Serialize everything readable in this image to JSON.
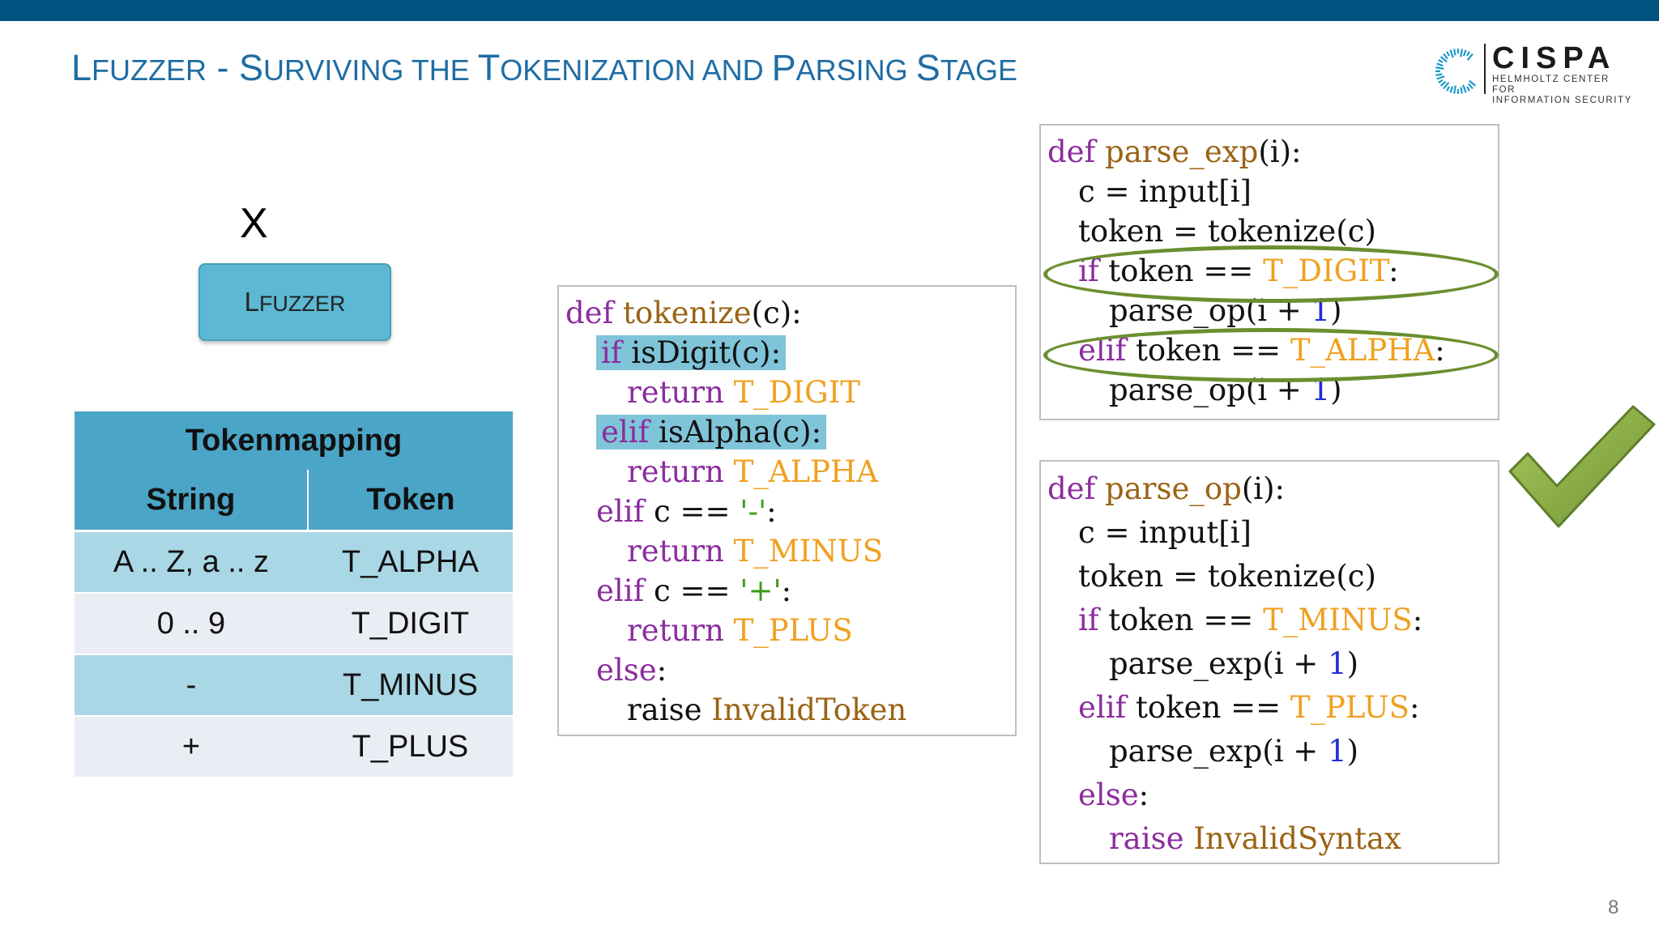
{
  "title": {
    "parts": [
      {
        "text": "L",
        "small": false
      },
      {
        "text": "FUZZER",
        "small": true
      },
      {
        "text": " - S",
        "small": false
      },
      {
        "text": "URVIVING THE ",
        "small": true
      },
      {
        "text": "T",
        "small": false
      },
      {
        "text": "OKENIZATION AND ",
        "small": true
      },
      {
        "text": "P",
        "small": false
      },
      {
        "text": "ARSING ",
        "small": true
      },
      {
        "text": "S",
        "small": false
      },
      {
        "text": "TAGE",
        "small": true
      }
    ]
  },
  "logo": {
    "name": "CISPA",
    "subtitle_line1": "HELMHOLTZ CENTER FOR",
    "subtitle_line2": "INFORMATION SECURITY",
    "color": "#1a9bc9"
  },
  "variable_label": "X",
  "fuzzer_button": {
    "prefix": "L",
    "rest": "FUZZER"
  },
  "token_table": {
    "title": "Tokenmapping",
    "columns": [
      "String",
      "Token"
    ],
    "rows": [
      {
        "string": "A .. Z, a .. z",
        "token": "T_ALPHA"
      },
      {
        "string": "0 .. 9",
        "token": "T_DIGIT"
      },
      {
        "string": "-",
        "token": "T_MINUS"
      },
      {
        "string": "+",
        "token": "T_PLUS"
      }
    ]
  },
  "code_tokenize": [
    {
      "indent": 0,
      "parts": [
        [
          "kw",
          "def "
        ],
        [
          "fn",
          "tokenize"
        ],
        [
          "pl",
          "(c):"
        ]
      ]
    },
    {
      "indent": 1,
      "hl": true,
      "parts": [
        [
          "kw",
          "if "
        ],
        [
          "pl",
          "isDigit(c):"
        ]
      ]
    },
    {
      "indent": 2,
      "parts": [
        [
          "kw",
          "return "
        ],
        [
          "tk",
          "T_DIGIT"
        ]
      ]
    },
    {
      "indent": 1,
      "hl": true,
      "parts": [
        [
          "kw",
          "elif "
        ],
        [
          "pl",
          "isAlpha(c):"
        ]
      ]
    },
    {
      "indent": 2,
      "parts": [
        [
          "kw",
          "return "
        ],
        [
          "tk",
          "T_ALPHA"
        ]
      ]
    },
    {
      "indent": 1,
      "parts": [
        [
          "kw",
          "elif "
        ],
        [
          "pl",
          "c == "
        ],
        [
          "str",
          "'-'"
        ],
        [
          "pl",
          ":"
        ]
      ]
    },
    {
      "indent": 2,
      "parts": [
        [
          "kw",
          "return "
        ],
        [
          "tk",
          "T_MINUS"
        ]
      ]
    },
    {
      "indent": 1,
      "parts": [
        [
          "kw",
          "elif "
        ],
        [
          "pl",
          "c == "
        ],
        [
          "str",
          "'+'"
        ],
        [
          "pl",
          ":"
        ]
      ]
    },
    {
      "indent": 2,
      "parts": [
        [
          "kw",
          "return "
        ],
        [
          "tk",
          "T_PLUS"
        ]
      ]
    },
    {
      "indent": 1,
      "parts": [
        [
          "kw",
          "else"
        ],
        [
          "pl",
          ":"
        ]
      ]
    },
    {
      "indent": 2,
      "parts": [
        [
          "pl",
          "raise "
        ],
        [
          "fn",
          "InvalidToken"
        ]
      ]
    }
  ],
  "code_parse_exp": [
    {
      "indent": 0,
      "parts": [
        [
          "kw",
          "def "
        ],
        [
          "fn",
          "parse_exp"
        ],
        [
          "pl",
          "(i):"
        ]
      ]
    },
    {
      "indent": 1,
      "parts": [
        [
          "pl",
          "c = input[i]"
        ]
      ]
    },
    {
      "indent": 1,
      "parts": [
        [
          "pl",
          "token = tokenize(c)"
        ]
      ]
    },
    {
      "indent": 1,
      "parts": [
        [
          "kw",
          "if "
        ],
        [
          "pl",
          "token == "
        ],
        [
          "tk",
          "T_DIGIT"
        ],
        [
          "pl",
          ":"
        ]
      ]
    },
    {
      "indent": 2,
      "parts": [
        [
          "pl",
          "parse_op(i + "
        ],
        [
          "num",
          "1"
        ],
        [
          "pl",
          ")"
        ]
      ]
    },
    {
      "indent": 1,
      "parts": [
        [
          "kw",
          "elif "
        ],
        [
          "pl",
          "token == "
        ],
        [
          "tk",
          "T_ALPHA"
        ],
        [
          "pl",
          ":"
        ]
      ]
    },
    {
      "indent": 2,
      "parts": [
        [
          "pl",
          "parse_op(i + "
        ],
        [
          "num",
          "1"
        ],
        [
          "pl",
          ")"
        ]
      ]
    }
  ],
  "code_parse_op": [
    {
      "indent": 0,
      "parts": [
        [
          "kw",
          "def "
        ],
        [
          "fn",
          "parse_op"
        ],
        [
          "pl",
          "(i):"
        ]
      ]
    },
    {
      "indent": 1,
      "parts": [
        [
          "pl",
          "c = input[i]"
        ]
      ]
    },
    {
      "indent": 1,
      "parts": [
        [
          "pl",
          "token = tokenize(c)"
        ]
      ]
    },
    {
      "indent": 1,
      "parts": [
        [
          "kw",
          "if "
        ],
        [
          "pl",
          "token == "
        ],
        [
          "tk",
          "T_MINUS"
        ],
        [
          "pl",
          ":"
        ]
      ]
    },
    {
      "indent": 2,
      "parts": [
        [
          "pl",
          "parse_exp(i + "
        ],
        [
          "num",
          "1"
        ],
        [
          "pl",
          ")"
        ]
      ]
    },
    {
      "indent": 1,
      "parts": [
        [
          "kw",
          "elif "
        ],
        [
          "pl",
          "token == "
        ],
        [
          "tk",
          "T_PLUS"
        ],
        [
          "pl",
          ":"
        ]
      ]
    },
    {
      "indent": 2,
      "parts": [
        [
          "pl",
          "parse_exp(i + "
        ],
        [
          "num",
          "1"
        ],
        [
          "pl",
          ")"
        ]
      ]
    },
    {
      "indent": 1,
      "parts": [
        [
          "kw",
          "else"
        ],
        [
          "pl",
          ":"
        ]
      ]
    },
    {
      "indent": 2,
      "parts": [
        [
          "kw",
          "raise "
        ],
        [
          "fn",
          "InvalidSyntax"
        ]
      ]
    }
  ],
  "checkmark_color": "#8fb34a",
  "page_number": "8"
}
